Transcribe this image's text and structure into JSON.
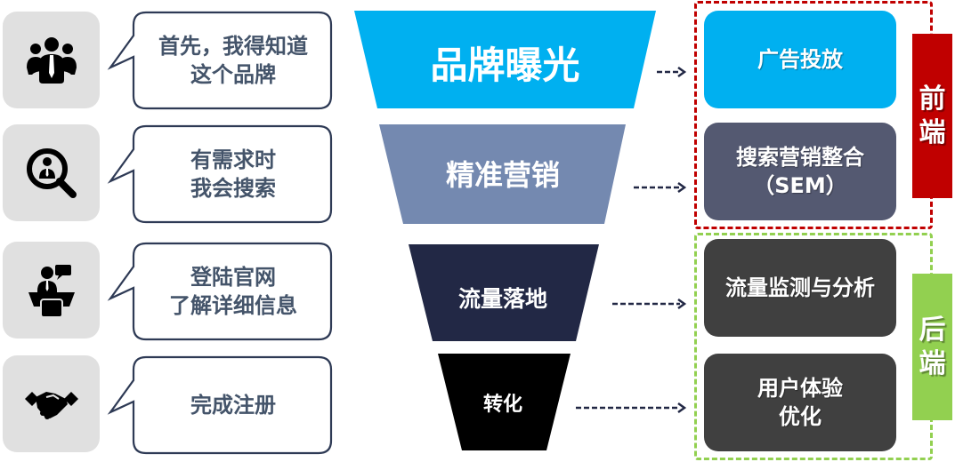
{
  "colors": {
    "bubble_text": "#44546a",
    "bubble_border": "#2e3a55",
    "tile_bg": "#e0e0e0",
    "funnel": [
      "#00b0f0",
      "#7489b0",
      "#222845",
      "#000000"
    ],
    "arrow": "#222845",
    "frontend_frame": "#c00000",
    "backend_frame": "#92d050",
    "box_ad": "#00b0f0",
    "box_sem": "#545971",
    "box_dark": "#404040"
  },
  "steps": [
    {
      "icon": "group-users-icon",
      "bubble_lines": [
        "首先，我得知道",
        "这个品牌"
      ],
      "funnel_label": "品牌曝光"
    },
    {
      "icon": "search-person-icon",
      "bubble_lines": [
        "有需求时",
        "我会搜索"
      ],
      "funnel_label": "精准营销"
    },
    {
      "icon": "presenter-chat-icon",
      "bubble_lines": [
        "登陆官网",
        "了解详细信息"
      ],
      "funnel_label": "流量落地"
    },
    {
      "icon": "handshake-icon",
      "bubble_lines": [
        "完成注册"
      ],
      "funnel_label": "转化"
    }
  ],
  "right_boxes": [
    {
      "lines": [
        "广告投放"
      ]
    },
    {
      "lines": [
        "搜索营销整合",
        "（SEM）"
      ]
    },
    {
      "lines": [
        "流量监测与分析"
      ]
    },
    {
      "lines": [
        "用户体验",
        "优化"
      ]
    }
  ],
  "groups": {
    "frontend": {
      "label_lines": [
        "前",
        "端"
      ]
    },
    "backend": {
      "label_lines": [
        "后",
        "端"
      ]
    }
  }
}
